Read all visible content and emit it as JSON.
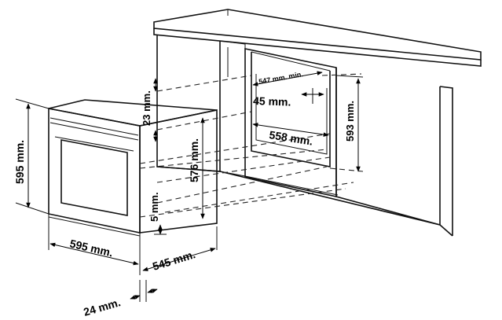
{
  "dimensions": {
    "min_width": "547 mm. min.",
    "depth_45": "45 mm.",
    "niche_558": "558 mm.",
    "niche_height": "593 mm.",
    "gap_top": "23 mm.",
    "oven_height_inner": "576 mm.",
    "gap_bottom": "5 mm.",
    "oven_height": "595 mm.",
    "oven_width": "595 mm.",
    "oven_depth": "545 mm.",
    "front_depth": "24 mm."
  }
}
